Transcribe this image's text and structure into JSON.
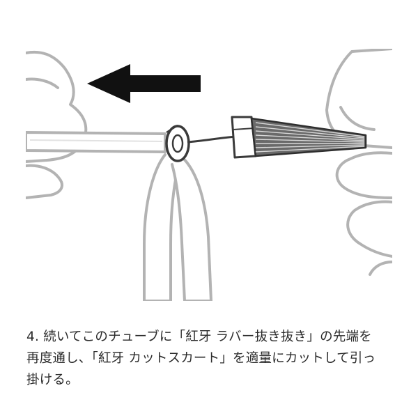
{
  "illustration": {
    "arrow_direction": "left",
    "stroke_color": "#b3b3b3",
    "ink_color": "#111111"
  },
  "instruction": {
    "lines": [
      "4. 続いてこのチューブに「紅牙 ラバー抜き抜き」の先端を",
      "再度通し、「紅牙 カットスカート」を適量にカットして引っ",
      "掛ける。"
    ]
  }
}
